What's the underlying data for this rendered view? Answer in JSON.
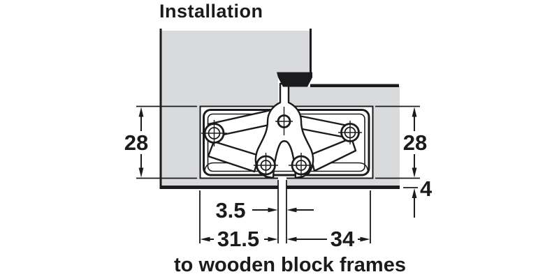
{
  "title": "Installation",
  "caption": "to wooden block frames",
  "dims": {
    "door_mortise": "28",
    "frame_mortise": "28",
    "frame_edge": "4",
    "gap": "3.5",
    "door_side": "31.5",
    "frame_side": "34"
  },
  "colors": {
    "panel_gray": "#d9dadb",
    "line": "#1b1b1d",
    "background": "#ffffff"
  }
}
